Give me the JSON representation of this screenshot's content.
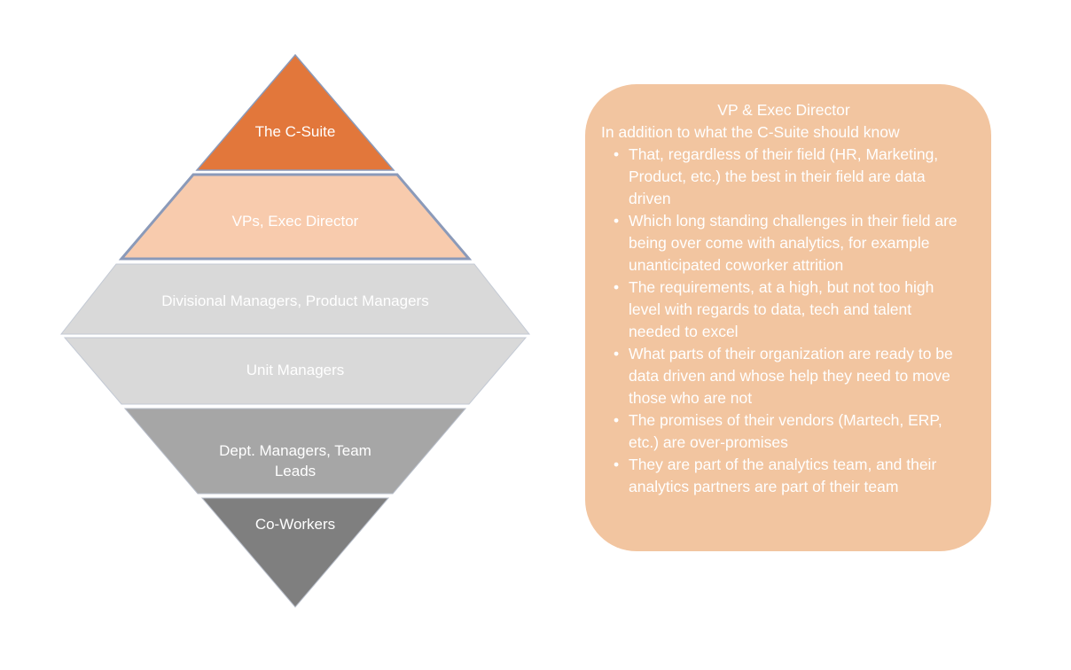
{
  "pyramid": {
    "border_color": "#8b9ab9",
    "levels": [
      {
        "label": "The C-Suite",
        "color": "#e2773b"
      },
      {
        "label": "VPs, Exec Director",
        "color": "#f8cbad"
      },
      {
        "label": "Divisional Managers, Product Managers",
        "color": "#d9d9d9"
      },
      {
        "label": "Unit Managers",
        "color": "#d9d9d9"
      },
      {
        "label": "Dept. Managers, Team Leads",
        "color": "#a6a6a6"
      },
      {
        "label": "Co-Workers",
        "color": "#7f7f7f"
      }
    ]
  },
  "panel": {
    "background": "#f2c5a0",
    "text_color": "#ffffff",
    "title": "VP & Exec Director",
    "intro": "In addition to what the C-Suite should know",
    "bullets": [
      "That, regardless of their field (HR, Marketing, Product, etc.) the best in their field are data driven",
      "Which long standing challenges in their field are being over come with analytics, for example unanticipated coworker attrition",
      "The requirements, at a high, but not too high level with regards to data, tech and talent needed to excel",
      "What parts of their organization are ready to be data driven and whose help they need to move those who are not",
      "The promises of their vendors (Martech, ERP, etc.) are over-promises",
      "They are part of the analytics team, and their analytics partners are part of their team"
    ]
  }
}
